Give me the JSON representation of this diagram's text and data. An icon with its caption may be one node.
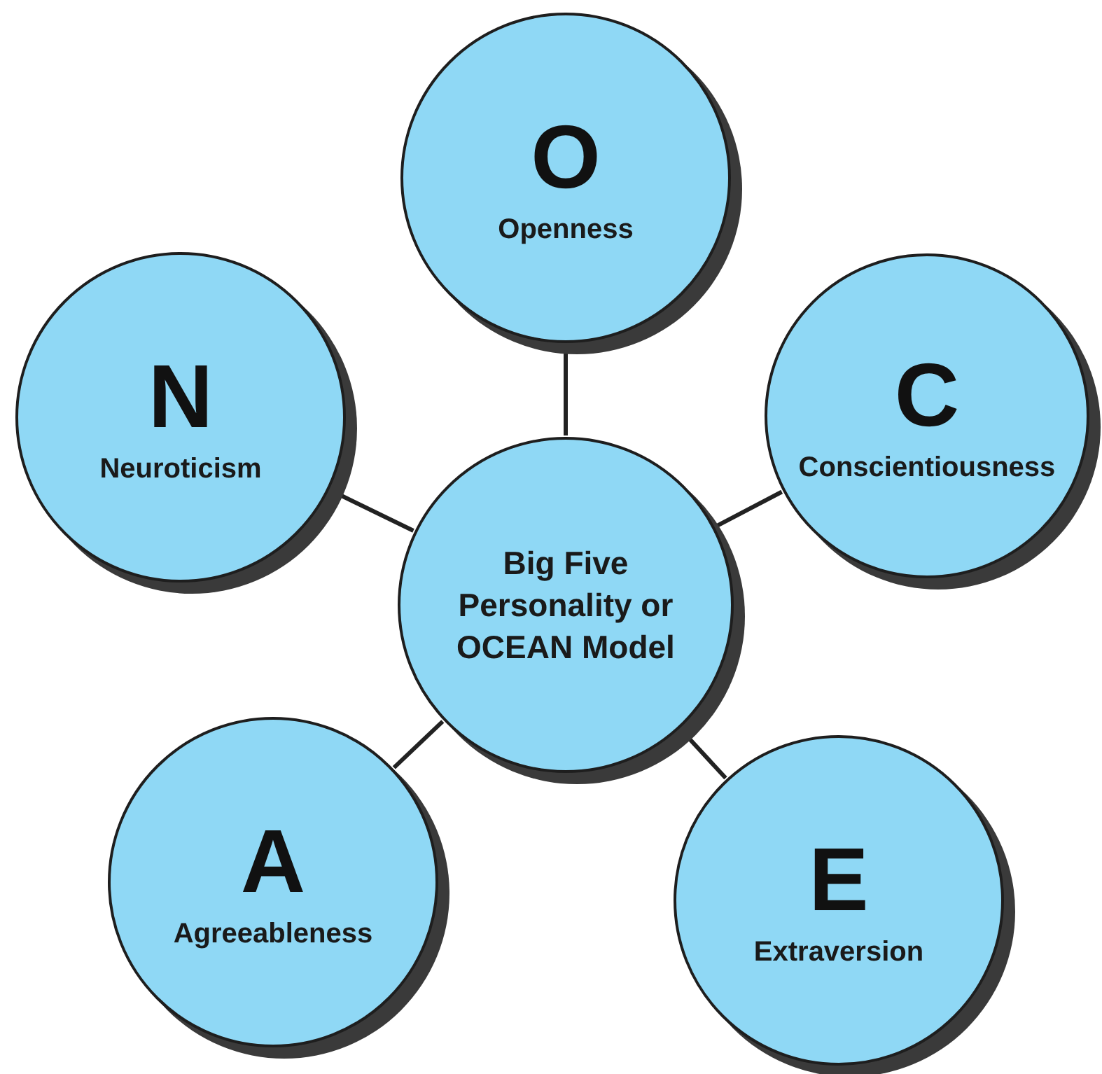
{
  "diagram": {
    "nodes": [
      {
        "text": [
          "O",
          "Openness"
        ]
      },
      {
        "text": [
          "N",
          "Neuroticism"
        ]
      },
      {
        "text": [
          "C",
          "Conscientiousness"
        ]
      },
      {
        "text": [
          "Big Five Personality or OCEAN Model"
        ]
      },
      {
        "text": [
          "A",
          "Agreeableness"
        ]
      },
      {
        "text": [
          "E",
          "Extraversion"
        ]
      }
    ],
    "edges": [
      {
        "from": 3,
        "to": 0,
        "arrow": "none"
      },
      {
        "from": 3,
        "to": 1,
        "arrow": "none"
      },
      {
        "from": 3,
        "to": 2,
        "arrow": "none"
      },
      {
        "from": 3,
        "to": 4,
        "arrow": "none"
      },
      {
        "from": 3,
        "to": 5,
        "arrow": "none"
      }
    ]
  }
}
